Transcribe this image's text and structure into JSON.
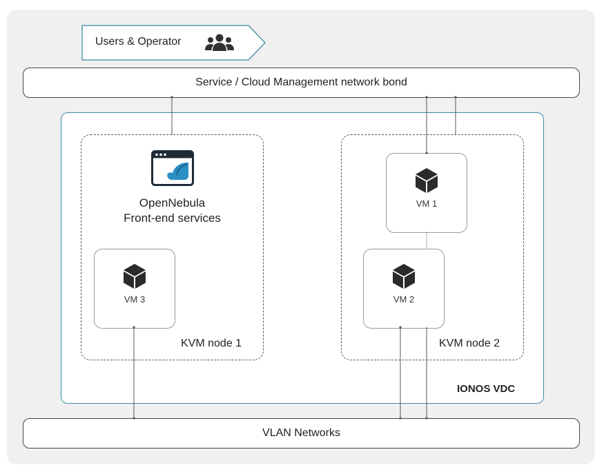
{
  "users": {
    "label": "Users & Operator",
    "icon": "users-icon"
  },
  "service_bond": {
    "label": "Service / Cloud Management network bond"
  },
  "vlan": {
    "label": "VLAN Networks"
  },
  "vdc": {
    "label": "IONOS VDC",
    "border_color": "#3a8aa6"
  },
  "node1": {
    "label": "KVM node 1",
    "frontend": {
      "line1": "OpenNebula",
      "line2": "Front-end services",
      "icon": "opennebula-window-icon"
    },
    "vm": {
      "label": "VM 3",
      "icon": "cube-icon"
    }
  },
  "node2": {
    "label": "KVM node 2",
    "vm_top": {
      "label": "VM 1",
      "icon": "cube-icon"
    },
    "vm_bottom": {
      "label": "VM 2",
      "icon": "cube-icon"
    }
  }
}
